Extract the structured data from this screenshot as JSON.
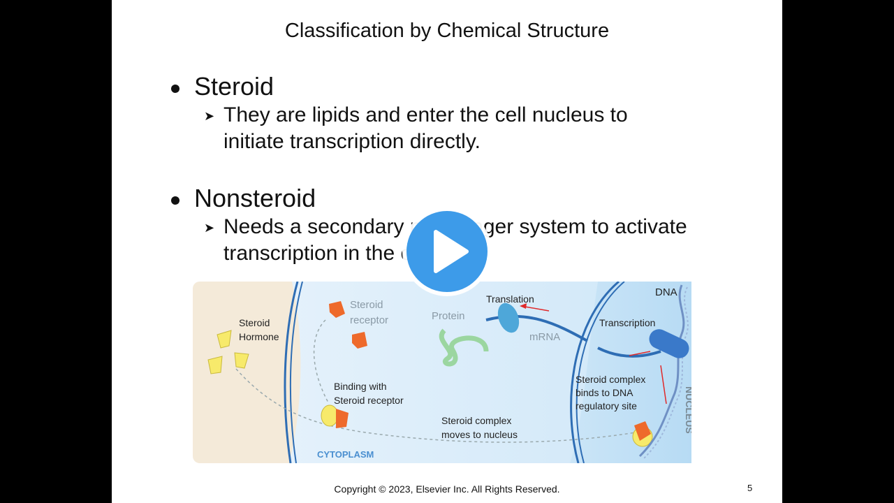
{
  "slide": {
    "title": "Classification by Chemical Structure",
    "bullets": [
      {
        "heading": "Steroid",
        "sub": [
          "They are lipids and enter the cell nucleus to",
          "initiate transcription directly."
        ]
      },
      {
        "heading": "Nonsteroid",
        "sub": [
          "Needs a secondary messenger system to activate",
          "transcription in the cell."
        ]
      }
    ],
    "footer": "Copyright © 2023, Elsevier Inc. All Rights Reserved.",
    "page_number": "5"
  },
  "figure": {
    "labels": {
      "hormone_1": "Steroid",
      "hormone_2": "Hormone",
      "receptor_1": "Steroid",
      "receptor_2": "receptor",
      "protein": "Protein",
      "translation": "Translation",
      "mrna": "mRNA",
      "dna": "DNA",
      "transcription": "Transcription",
      "binding_1": "Binding with",
      "binding_2": "Steroid receptor",
      "moves_1": "Steroid complex",
      "moves_2": "moves to nucleus",
      "binds_1": "Steroid complex",
      "binds_2": "binds to DNA",
      "binds_3": "regulatory site",
      "cytoplasm": "CYTOPLASM",
      "nucleus": "NUCLEUS"
    }
  },
  "player": {
    "play_icon": "play-icon",
    "accent": "#3d9be9"
  }
}
